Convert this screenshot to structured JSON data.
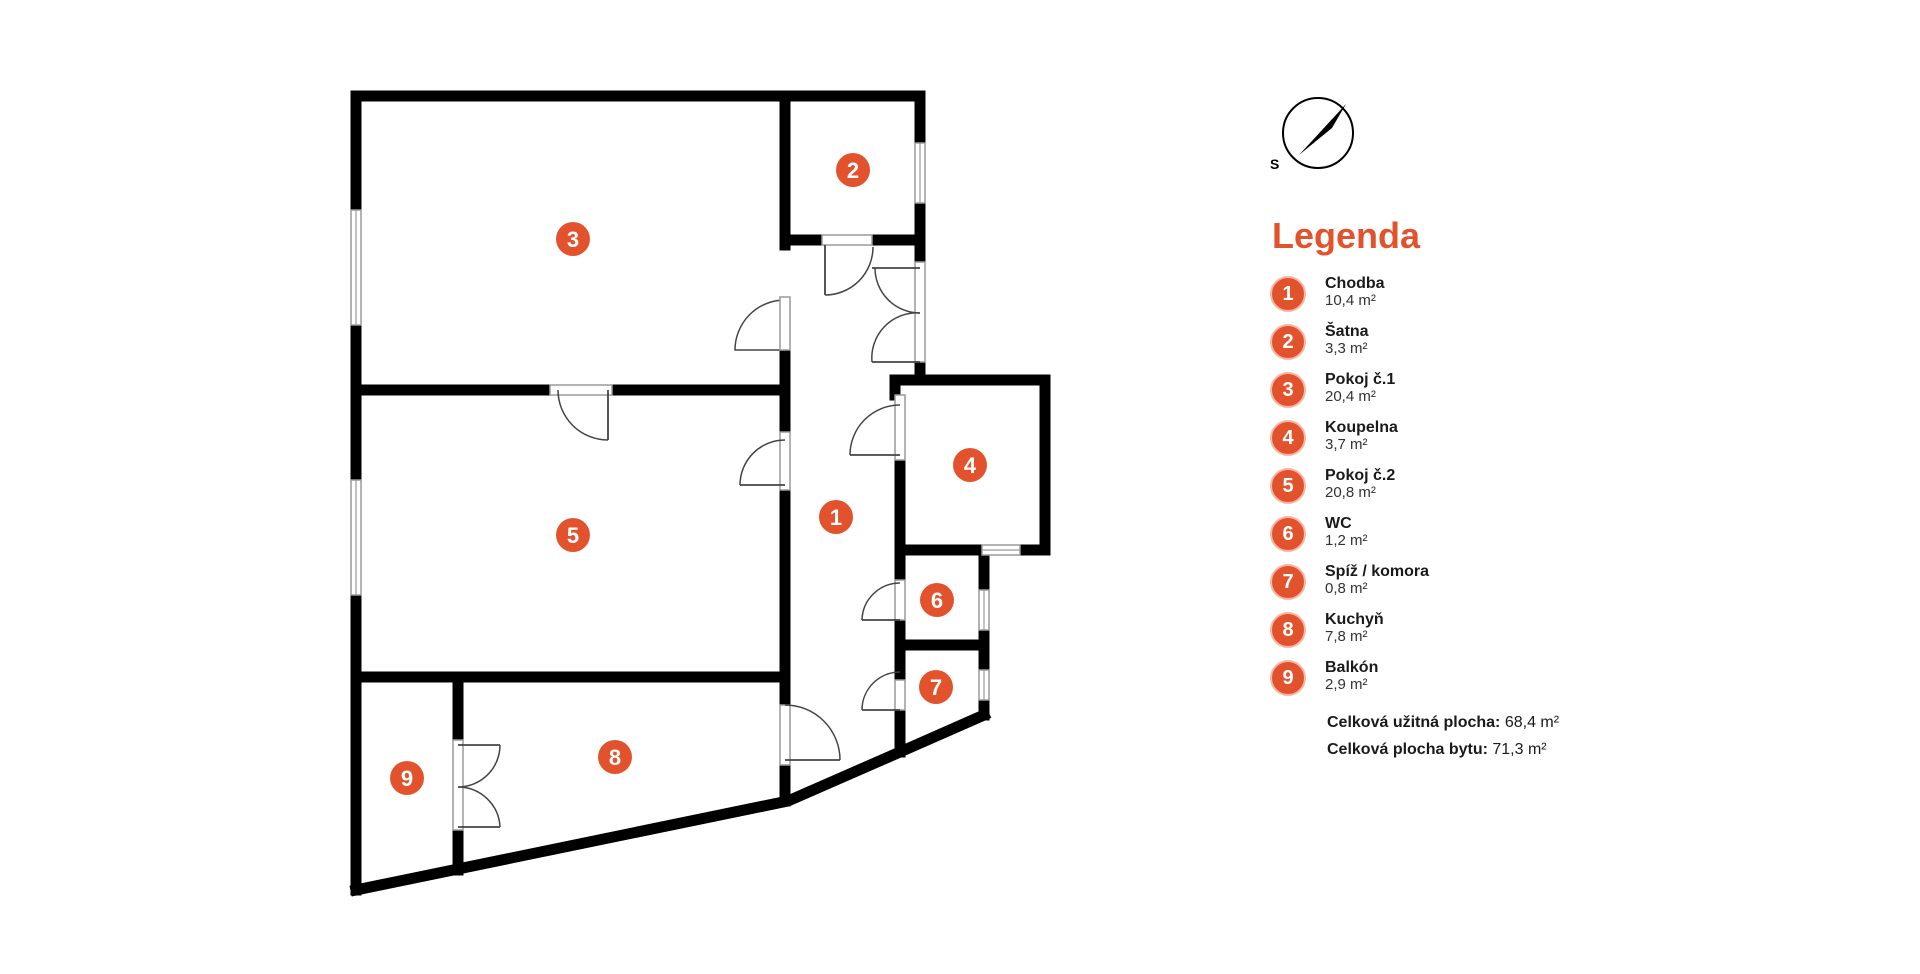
{
  "accent_color": "#e2532d",
  "compass": {
    "label": "S"
  },
  "legend": {
    "title": "Legenda",
    "items": [
      {
        "num": "1",
        "name": "Chodba",
        "area": "10,4 m²"
      },
      {
        "num": "2",
        "name": "Šatna",
        "area": "3,3 m²"
      },
      {
        "num": "3",
        "name": "Pokoj č.1",
        "area": "20,4 m²"
      },
      {
        "num": "4",
        "name": "Koupelna",
        "area": "3,7 m²"
      },
      {
        "num": "5",
        "name": "Pokoj č.2",
        "area": "20,8 m²"
      },
      {
        "num": "6",
        "name": "WC",
        "area": "1,2 m²"
      },
      {
        "num": "7",
        "name": "Spíž / komora",
        "area": "0,8 m²"
      },
      {
        "num": "8",
        "name": "Kuchyň",
        "area": "7,8 m²"
      },
      {
        "num": "9",
        "name": "Balkón",
        "area": "2,9 m²"
      }
    ],
    "totals": [
      {
        "label": "Celková užitná plocha:",
        "value": "68,4 m²"
      },
      {
        "label": "Celková plocha bytu:",
        "value": "71,3 m²"
      }
    ]
  },
  "plan": {
    "badges": [
      "1",
      "2",
      "3",
      "4",
      "5",
      "6",
      "7",
      "8",
      "9"
    ]
  }
}
